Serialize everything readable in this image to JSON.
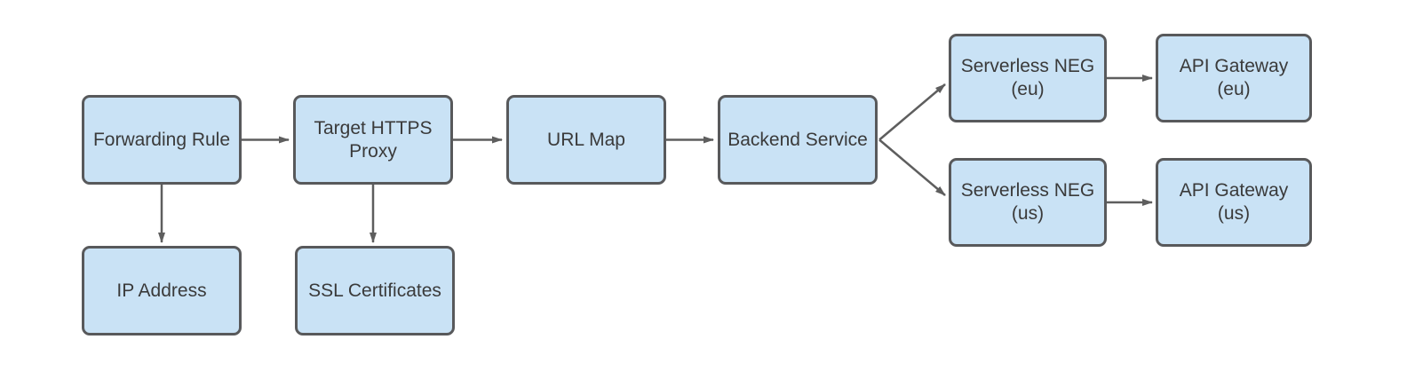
{
  "colors": {
    "node_fill": "#c9e2f5",
    "node_border": "#58595b",
    "node_text": "#3a3a3a",
    "arrow": "#5e5e5e",
    "background": "#ffffff"
  },
  "diagram": {
    "nodes": [
      {
        "id": "forwarding-rule",
        "label": "Forwarding Rule"
      },
      {
        "id": "target-https-proxy",
        "label": "Target HTTPS\nProxy"
      },
      {
        "id": "url-map",
        "label": "URL Map"
      },
      {
        "id": "backend-service",
        "label": "Backend Service"
      },
      {
        "id": "serverless-neg-eu",
        "label": "Serverless NEG\n(eu)"
      },
      {
        "id": "api-gateway-eu",
        "label": "API Gateway\n(eu)"
      },
      {
        "id": "serverless-neg-us",
        "label": "Serverless NEG\n(us)"
      },
      {
        "id": "api-gateway-us",
        "label": "API Gateway\n(us)"
      },
      {
        "id": "ip-address",
        "label": "IP Address"
      },
      {
        "id": "ssl-certificates",
        "label": "SSL Certificates"
      }
    ],
    "edges": [
      {
        "from": "forwarding-rule",
        "to": "target-https-proxy"
      },
      {
        "from": "target-https-proxy",
        "to": "url-map"
      },
      {
        "from": "url-map",
        "to": "backend-service"
      },
      {
        "from": "backend-service",
        "to": "serverless-neg-eu"
      },
      {
        "from": "backend-service",
        "to": "serverless-neg-us"
      },
      {
        "from": "serverless-neg-eu",
        "to": "api-gateway-eu"
      },
      {
        "from": "serverless-neg-us",
        "to": "api-gateway-us"
      },
      {
        "from": "forwarding-rule",
        "to": "ip-address"
      },
      {
        "from": "target-https-proxy",
        "to": "ssl-certificates"
      }
    ]
  }
}
